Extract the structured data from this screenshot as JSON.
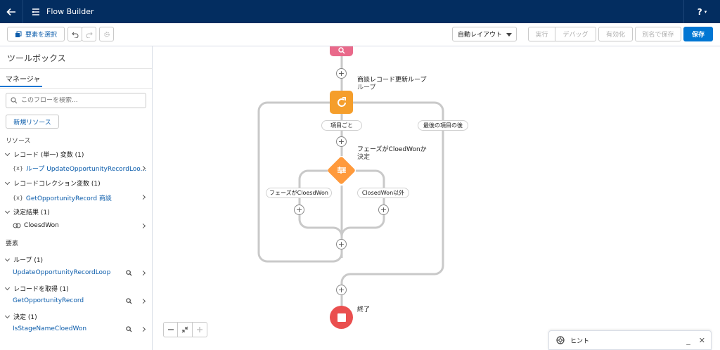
{
  "header": {
    "app_title": "Flow Builder",
    "help_label": "?"
  },
  "toolbar": {
    "select_elements": "要素を選択",
    "layout_select": "自動レイアウト",
    "run": "実行",
    "debug": "デバッグ",
    "activate": "有効化",
    "save_as": "別名で保存",
    "save": "保存"
  },
  "sidebar": {
    "title": "ツールボックス",
    "tab_manager": "マネージャ",
    "search_placeholder": "このフローを検索...",
    "new_resource": "新規リソース",
    "resources_header": "リソース",
    "groups": [
      {
        "label": "レコード (単一) 変数 (1)",
        "item": "ループ UpdateOpportunityRecordLoo...",
        "icon": "{x}"
      },
      {
        "label": "レコードコレクション変数 (1)",
        "item": "GetOpportunityRecord 商談",
        "icon": "{x}"
      },
      {
        "label": "決定結果 (1)",
        "item": "CloesdWon",
        "icon": "outcome"
      }
    ],
    "elements_header": "要素",
    "elements": [
      {
        "label": "ループ (1)",
        "item": "UpdateOpportunityRecordLoop"
      },
      {
        "label": "レコードを取得 (1)",
        "item": "GetOpportunityRecord"
      },
      {
        "label": "決定 (1)",
        "item": "IsStageNameCloedWon"
      }
    ]
  },
  "canvas": {
    "loop_title": "商談レコード更新ループ",
    "loop_type": "ループ",
    "for_each": "項目ごと",
    "after_last": "最後の項目の後",
    "decision_title": "フェーズがCloedWonか",
    "decision_type": "決定",
    "outcome_left": "フェーズがCloesdWon",
    "outcome_right": "ClosedWon以外",
    "end_label": "終了"
  },
  "hint": {
    "label": "ヒント"
  },
  "colors": {
    "header": "#032d60",
    "primary": "#0176d3",
    "loop": "#f59e2b",
    "decision": "#ff9a3c",
    "end": "#ea4f4f",
    "get_records": "#e9698a"
  }
}
